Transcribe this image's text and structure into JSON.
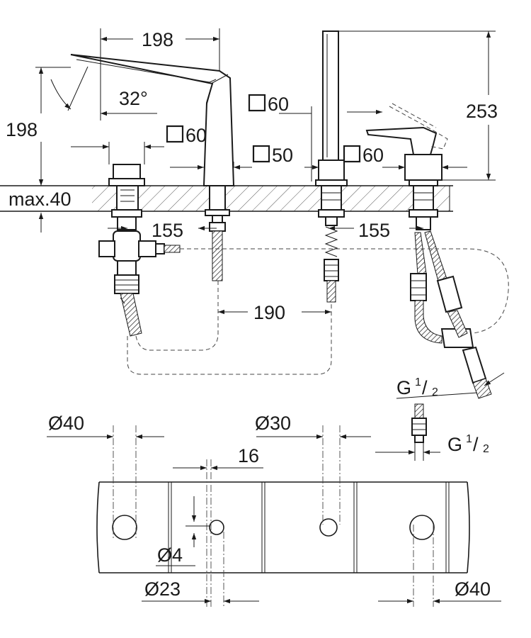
{
  "colors": {
    "line": "#1a1a1a",
    "hatch": "#555555",
    "background": "#ffffff"
  },
  "dimensions": {
    "spout_width": "198",
    "spout_height": "198",
    "spout_angle": "32°",
    "spout_base_square": "60",
    "diverter_square": "60",
    "handshower_base_square": "50",
    "lever_square": "60",
    "overall_height": "253",
    "max_deck_thickness": "max.40",
    "spacing_left": "155",
    "spacing_right": "155",
    "spacing_center": "190",
    "thread_upper": {
      "base": "G",
      "num": "1",
      "den": "2"
    },
    "thread_lower": {
      "base": "G",
      "num": "1",
      "den": "2"
    },
    "hole_dia_left": "Ø40",
    "hole_dia_mid": "Ø30",
    "spacing_16": "16",
    "hole_dia_small": "Ø4",
    "hole_dia_23": "Ø23",
    "hole_dia_right": "Ø40"
  }
}
